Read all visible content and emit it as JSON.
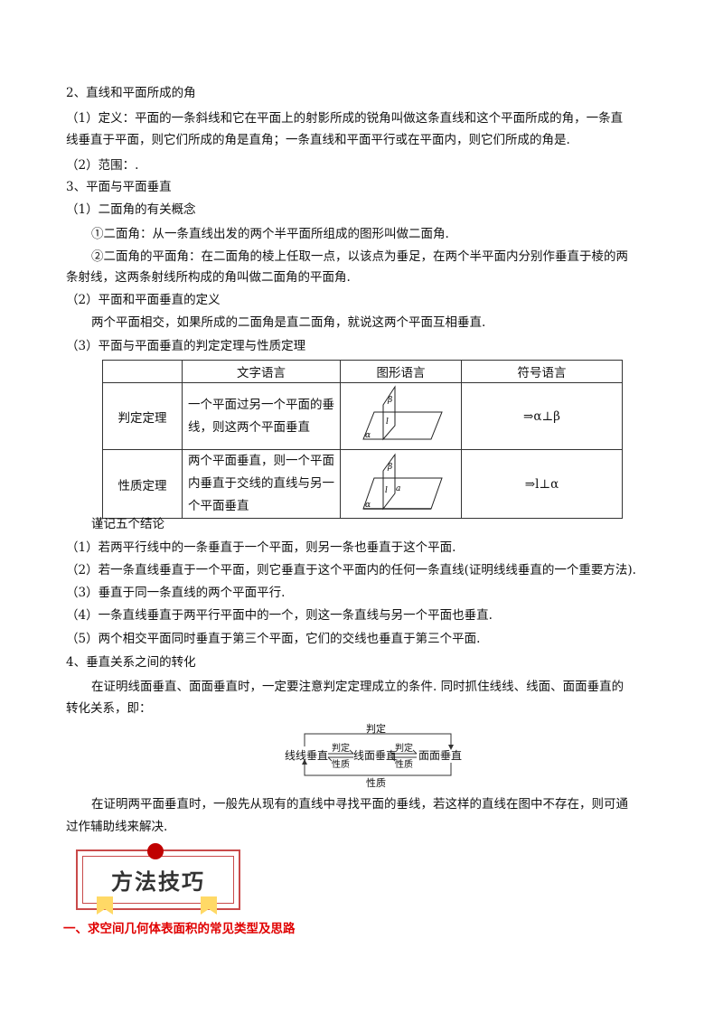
{
  "lines": [
    "2、直线和平面所成的角",
    "（1）定义：平面的一条斜线和它在平面上的射影所成的锐角叫做这条直线和这个平面所成的角，一条直",
    "线垂直于平面，则它们所成的角是直角；一条直线和平面平行或在平面内，则它们所成的角是.",
    "（2）范围：.",
    "3、平面与平面垂直",
    "（1）二面角的有关概念",
    "①二面角：从一条直线出发的两个半平面所组成的图形叫做二面角.",
    "②二面角的平面角：在二面角的棱上任取一点，以该点为垂足，在两个半平面内分别作垂直于棱的两",
    "条射线，这两条射线所构成的角叫做二面角的平面角.",
    "（2）平面和平面垂直的定义",
    "两个平面相交，如果所成的二面角是直二面角，就说这两个平面互相垂直.",
    "（3）平面与平面垂直的判定定理与性质定理"
  ],
  "table": {
    "headers": [
      "",
      "文字语言",
      "图形语言",
      "符号语言"
    ],
    "rows": [
      {
        "name": "判定定理",
        "text": "一个平面过另一个平面的垂线，则这两个平面垂直",
        "symbol": "⇒α⊥β",
        "fig_labels": [
          "β",
          "l",
          "α"
        ]
      },
      {
        "name": "性质定理",
        "text": "两个平面垂直，则一个平面内垂直于交线的直线与另一个平面垂直",
        "symbol": "⇒l⊥α",
        "fig_labels": [
          "β",
          "l",
          "a",
          "α"
        ]
      }
    ]
  },
  "lines2": [
    "谨记五个结论",
    "（1）若两平行线中的一条垂直于一个平面，则另一条也垂直于这个平面.",
    "（2）若一条直线垂直于一个平面，则它垂直于这个平面内的任何一条直线(证明线线垂直的一个重要方法).",
    "（3）垂直于同一条直线的两个平面平行.",
    "（4）一条直线垂直于两平行平面中的一个，则这一条直线与另一个平面也垂直.",
    "（5）两个相交平面同时垂直于第三个平面，它们的交线也垂直于第三个平面.",
    "4、垂直关系之间的转化",
    "在证明线面垂直、面面垂直时，一定要注意判定定理成立的条件. 同时抓住线线、线面、面面垂直的",
    "转化关系，即："
  ],
  "diagram": {
    "a": "线线垂直",
    "b": "线面垂直",
    "c": "面面垂直",
    "judge": "判定",
    "prop": "性质"
  },
  "lines3": [
    "在证明两平面垂直时，一般先从现有的直线中寻找平面的垂线，若这样的直线在图中不存在，则可通",
    "过作辅助线来解决."
  ],
  "badge": "方法技巧",
  "heading": "一、求空间几何体表面积的常见类型及思路",
  "colors": {
    "accent_red": "#e00000",
    "badge_border": "#c94a4a",
    "ribbon": "#ffd966"
  }
}
